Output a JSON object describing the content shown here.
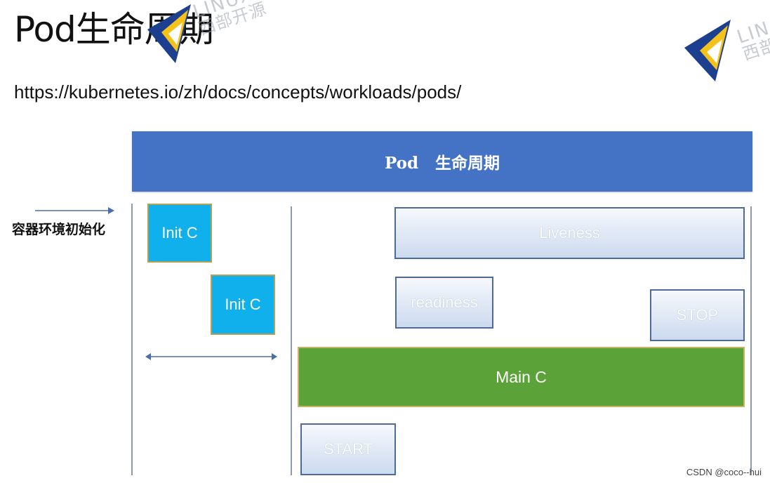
{
  "slide": {
    "title": "Pod生命周期",
    "url": "https://kubernetes.io/zh/docs/concepts/workloads/pods/"
  },
  "logos": {
    "top_left": {
      "top_text": "LINUX",
      "bottom_text": "西部开源"
    },
    "top_right": {
      "top_text": "LIN",
      "bottom_text": "西部"
    },
    "accent_colors": {
      "navy": "#1d3f8f",
      "yellow": "#f4c21a",
      "white": "#ffffff"
    }
  },
  "diagram": {
    "banner_label": "Pod   生命周期",
    "env_label": "容器环境初始化",
    "init_boxes": [
      "Init C",
      "Init C"
    ],
    "liveness_label": "Liveness",
    "readiness_label": "readiness",
    "stop_label": "STOP",
    "main_label": "Main C",
    "start_label": "START",
    "colors": {
      "banner": "#4472c4",
      "init": "#0fb0ec",
      "main": "#5ba238",
      "probe_gradient_top": "#f6f8fc",
      "probe_gradient_bottom": "#ccdaef",
      "arrow": "#4a6fa8"
    }
  },
  "footer": {
    "credit": "CSDN @coco--hui"
  }
}
